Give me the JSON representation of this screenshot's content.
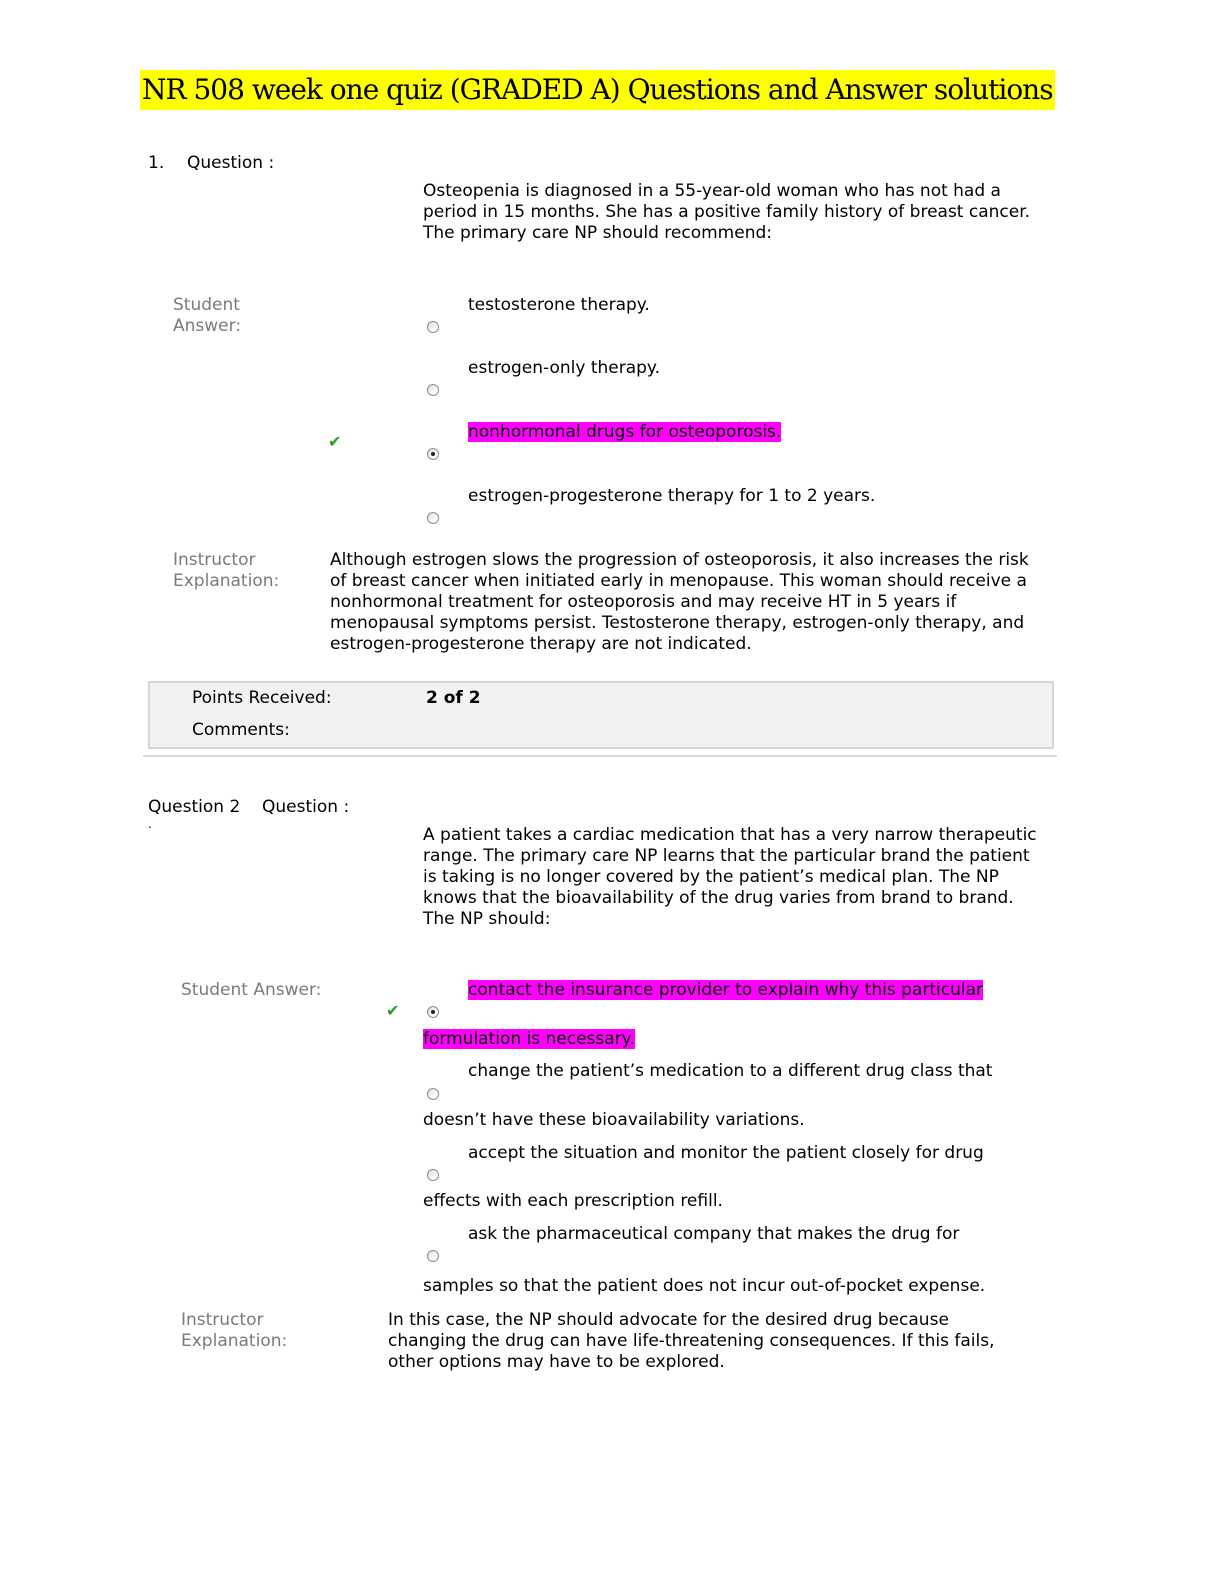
{
  "document": {
    "title": "NR 508 week one quiz (GRADED A) Questions and Answer solutions"
  },
  "q1": {
    "number": "1.",
    "label": "Question :",
    "stem": "Osteopenia is diagnosed in a 55-year-old woman who has not had a period in 15 months. She has a positive family history of breast cancer. The primary care NP should recommend:",
    "student_label": "Student Answer:",
    "options": [
      {
        "text": "testosterone therapy.",
        "selected": false
      },
      {
        "text": "estrogen-only therapy.",
        "selected": false
      },
      {
        "text": "nonhormonal drugs for osteoporosis.",
        "selected": true
      },
      {
        "text": "estrogen-progesterone therapy for 1 to 2 years.",
        "selected": false
      }
    ],
    "check_icon": "checkmark-icon",
    "explanation_label": "Instructor Explanation:",
    "explanation": "Although estrogen slows the progression of osteoporosis, it also increases the risk of breast cancer when initiated early in menopause. This woman should receive a nonhormonal treatment for osteoporosis and may receive HT in 5 years if menopausal symptoms persist. Testosterone therapy, estrogen-only therapy, and estrogen-progesterone therapy are not indicated.",
    "points_label": "Points Received:",
    "points_value": "2 of 2",
    "comments_label": "Comments:"
  },
  "q2": {
    "number": "Question 2",
    "dot": ".",
    "label": "Question :",
    "stem": "A patient takes a cardiac medication that has a very narrow therapeutic range. The primary care NP learns that the particular brand the patient is taking is no longer covered by the patient’s medical plan. The NP knows that the bioavailability of the drug varies from brand to brand. The NP should:",
    "student_label": "Student Answer:",
    "options": [
      {
        "line1": "contact the insurance provider to explain why this particular",
        "line2": "formulation is necessary.",
        "selected": true
      },
      {
        "line1": "change the patient’s medication to a different drug class that",
        "line2": "doesn’t have these bioavailability variations.",
        "selected": false
      },
      {
        "line1": "accept the situation and monitor the patient closely for drug",
        "line2": "effects with each prescription refill.",
        "selected": false
      },
      {
        "line1": "ask the pharmaceutical company that makes the drug for",
        "line2": "samples so that the patient does not incur out-of-pocket expense.",
        "selected": false
      }
    ],
    "explanation_label": "Instructor Explanation:",
    "explanation": "In this case, the NP should advocate for the desired drug because changing the drug can have life-threatening consequences. If this fails, other options may have to be explored."
  },
  "colors": {
    "title_highlight": "#ffff00",
    "answer_highlight": "#ff00ff",
    "check": "#22a022",
    "label_gray": "#7a7a7a"
  }
}
